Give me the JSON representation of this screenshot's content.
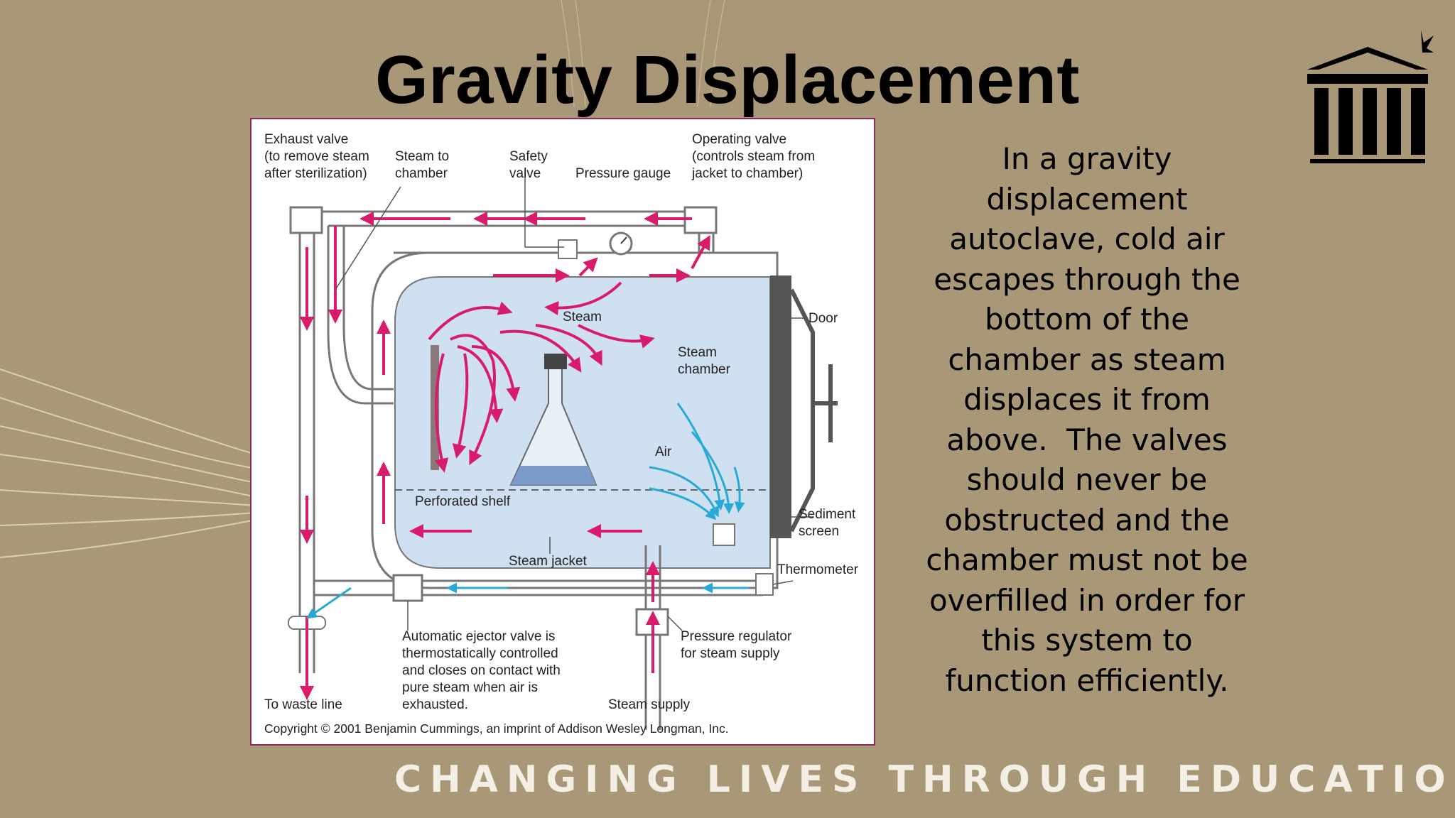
{
  "slide": {
    "title": "Gravity Displacement",
    "body": "In a gravity displacement autoclave, cold air escapes through the bottom of the chamber as steam displaces it from above.  The valves should never be obstructed and the chamber must not be overfilled in order for this system to function efficiently.",
    "footer": "CHANGING LIVES THROUGH EDUCATION",
    "logo_icon": "college-building-logo-icon"
  },
  "colors": {
    "background": "#a89878",
    "steam_arrow": "#d81b6a",
    "air_arrow": "#29a9d6",
    "chamber_fill": "#cfe0f0"
  },
  "diagram": {
    "labels": {
      "exhaust_valve": [
        "Exhaust valve",
        "(to remove steam",
        "after sterilization)"
      ],
      "steam_to_chamber": [
        "Steam to",
        "chamber"
      ],
      "safety_valve": [
        "Safety",
        "valve"
      ],
      "pressure_gauge": "Pressure gauge",
      "operating_valve": [
        "Operating valve",
        "(controls steam from",
        "jacket to chamber)"
      ],
      "door": "Door",
      "steam": "Steam",
      "steam_chamber": [
        "Steam",
        "chamber"
      ],
      "air": "Air",
      "perforated_shelf": "Perforated shelf",
      "sediment_screen": [
        "Sediment",
        "screen"
      ],
      "steam_jacket": "Steam jacket",
      "thermometer": "Thermometer",
      "ejector_valve": [
        "Automatic ejector valve is",
        "thermostatically controlled",
        "and closes on contact with",
        "pure steam when air is",
        "exhausted."
      ],
      "pressure_regulator": [
        "Pressure regulator",
        "for steam supply"
      ],
      "waste_line": "To waste line",
      "steam_supply": "Steam supply",
      "copyright": "Copyright © 2001 Benjamin Cummings, an imprint of Addison Wesley Longman, Inc."
    }
  }
}
